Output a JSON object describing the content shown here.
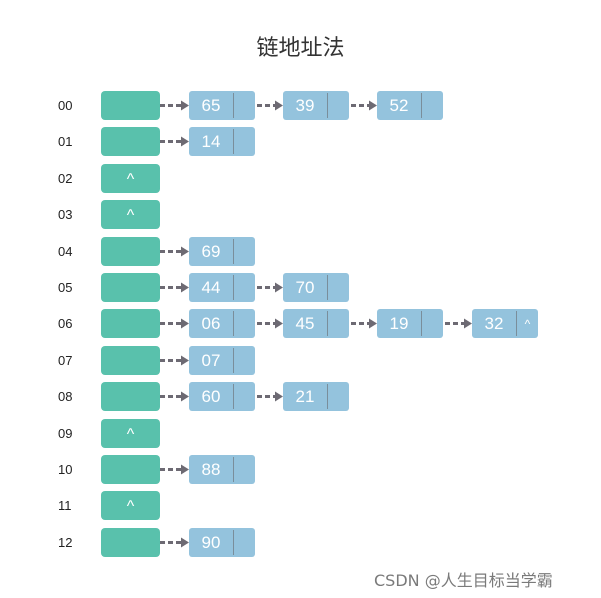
{
  "title": "链地址法",
  "watermark": "CSDN @人生目标当学霸",
  "null_symbol": "^",
  "colors": {
    "bucket": "#59c1ac",
    "node": "#94c3dd",
    "arrow": "#6d6a73",
    "text": "#222222"
  },
  "rows": [
    {
      "index": "00",
      "chain": [
        "65",
        "39",
        "52"
      ],
      "end_marker": false
    },
    {
      "index": "01",
      "chain": [
        "14"
      ],
      "end_marker": false
    },
    {
      "index": "02",
      "chain": [],
      "end_marker": false
    },
    {
      "index": "03",
      "chain": [],
      "end_marker": false
    },
    {
      "index": "04",
      "chain": [
        "69"
      ],
      "end_marker": false
    },
    {
      "index": "05",
      "chain": [
        "44",
        "70"
      ],
      "end_marker": false
    },
    {
      "index": "06",
      "chain": [
        "06",
        "45",
        "19",
        "32"
      ],
      "end_marker": true
    },
    {
      "index": "07",
      "chain": [
        "07"
      ],
      "end_marker": false
    },
    {
      "index": "08",
      "chain": [
        "60",
        "21"
      ],
      "end_marker": false
    },
    {
      "index": "09",
      "chain": [],
      "end_marker": false
    },
    {
      "index": "10",
      "chain": [
        "88"
      ],
      "end_marker": false
    },
    {
      "index": "11",
      "chain": [],
      "end_marker": false
    },
    {
      "index": "12",
      "chain": [
        "90"
      ],
      "end_marker": false
    }
  ]
}
